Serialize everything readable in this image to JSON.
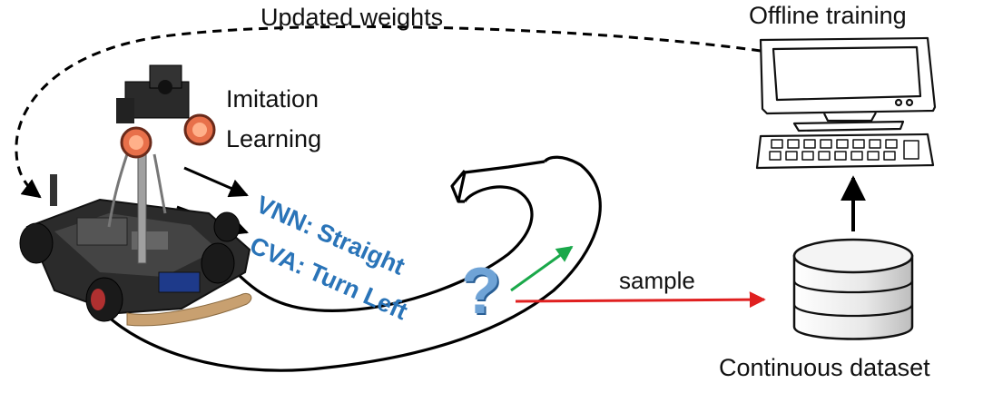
{
  "labels": {
    "updated_weights": "Updated weights",
    "offline_training": "Offline training",
    "imitation_line1": "Imitation",
    "imitation_line2": "Learning",
    "vnn": "VNN: Straight",
    "cva": "CVA: Turn Left",
    "question_mark": "?",
    "sample": "sample",
    "continuous_dataset": "Continuous dataset"
  },
  "icons": {
    "robot": "robot-car-icon",
    "computer": "computer-icon",
    "database": "database-icon"
  },
  "colors": {
    "text": "#111111",
    "accent_blue": "#2a74b8",
    "arrow_green": "#1aa84a",
    "arrow_red": "#e02020",
    "arrow_black": "#000000"
  }
}
